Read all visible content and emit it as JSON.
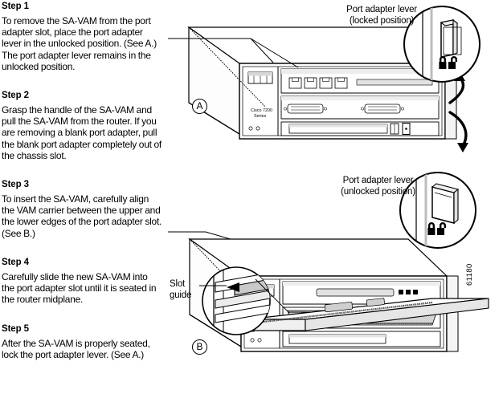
{
  "instructions": {
    "steps": [
      {
        "heading": "Step 1",
        "body": "To remove the SA-VAM from the port adapter slot, place the port adapter lever in the unlocked position. (See A.) The port adapter lever remains in the unlocked position."
      },
      {
        "heading": "Step 2",
        "body": "Grasp the handle of the SA-VAM and pull the SA-VAM from the router. If you are removing a blank port adapter, pull the blank port adapter completely out of the chassis slot."
      },
      {
        "heading": "Step 3",
        "body": "To insert the SA-VAM, carefully align the VAM carrier between the upper and the lower edges of the port adapter slot. (See B.)"
      },
      {
        "heading": "Step 4",
        "body": "Carefully slide the new SA-VAM into the port adapter slot until it is seated in the router midplane."
      },
      {
        "heading": "Step 5",
        "body": "After the SA-VAM is properly seated, lock the port adapter lever. (See A.)"
      }
    ]
  },
  "figure": {
    "callouts": {
      "lever_locked_line1": "Port adapter lever",
      "lever_locked_line2": "(locked position)",
      "lever_unlocked_line1": "Port adapter lever",
      "lever_unlocked_line2": "(unlocked position)",
      "slot_guide_line1": "Slot",
      "slot_guide_line2": "guide"
    },
    "panel_labels": {
      "top": "A",
      "bottom": "B"
    },
    "chassis_brand_line1": "Cisco 7200",
    "chassis_brand_line2": "Series",
    "figure_id": "61180"
  },
  "colors": {
    "ink": "#000000",
    "background": "#ffffff",
    "shade_light": "#e8e8e8",
    "shade_mid": "#c9c9c9",
    "shade_dark": "#9a9a9a"
  }
}
